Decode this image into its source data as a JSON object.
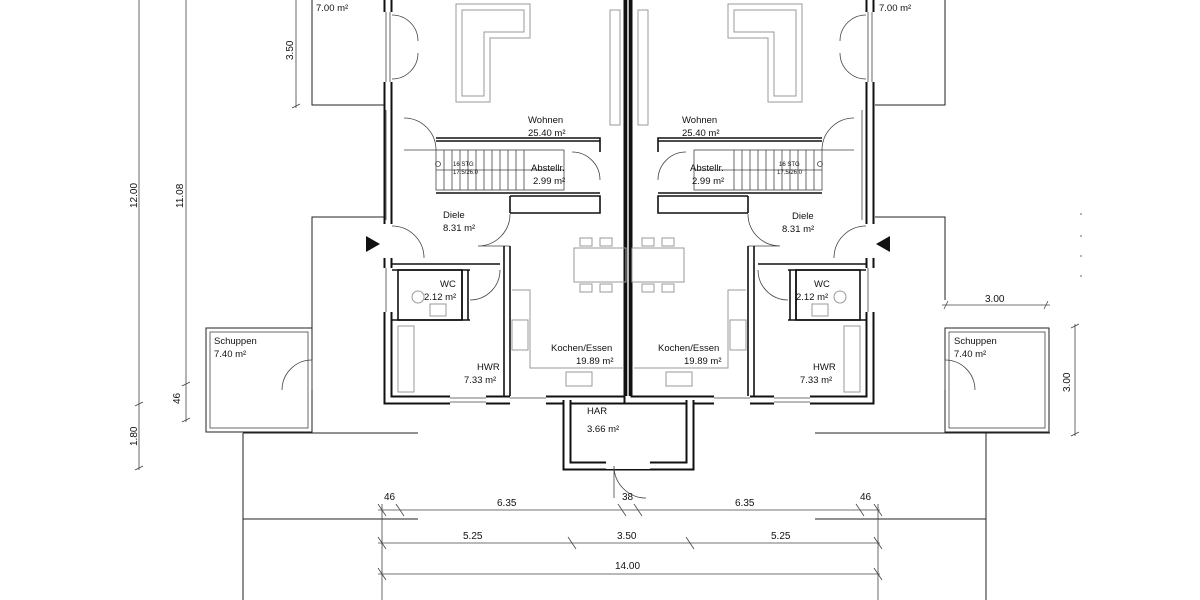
{
  "rooms": {
    "left": {
      "terrace_area": "7.00 m²",
      "living_name": "Wohnen",
      "living_area": "25.40 m²",
      "storage_name": "Abstellr.",
      "storage_area": "2.99 m²",
      "stairs_label": "16 STG",
      "stairs_sub": "17.5/26.0",
      "hall_name": "Diele",
      "hall_area": "8.31 m²",
      "wc_name": "WC",
      "wc_area": "2.12 m²",
      "kitchen_name": "Kochen/Essen",
      "kitchen_area": "19.89 m²",
      "hwr_name": "HWR",
      "hwr_area": "7.33 m²",
      "shed_name": "Schuppen",
      "shed_area": "7.40 m²"
    },
    "right": {
      "terrace_area": "7.00 m²",
      "living_name": "Wohnen",
      "living_area": "25.40 m²",
      "storage_name": "Abstellr.",
      "storage_area": "2.99 m²",
      "stairs_label": "16 STG",
      "stairs_sub": "17.5/26.0",
      "hall_name": "Diele",
      "hall_area": "8.31 m²",
      "wc_name": "WC",
      "wc_area": "2.12 m²",
      "kitchen_name": "Kochen/Essen",
      "kitchen_area": "19.89 m²",
      "hwr_name": "HWR",
      "hwr_area": "7.33 m²",
      "shed_name": "Schuppen",
      "shed_area": "7.40 m²"
    },
    "har_name": "HAR",
    "har_area": "3.66 m²"
  },
  "dimensions": {
    "v_350": "3.50",
    "v_1200": "12.00",
    "v_1108": "11.08",
    "v_46": "46",
    "v_180": "1.80",
    "shed_width": "3.00",
    "shed_height": "3.00",
    "row1": [
      "46",
      "6.35",
      "38",
      "6.35",
      "46"
    ],
    "row2": [
      "5.25",
      "3.50",
      "5.25"
    ],
    "row3": [
      "14.00"
    ]
  }
}
